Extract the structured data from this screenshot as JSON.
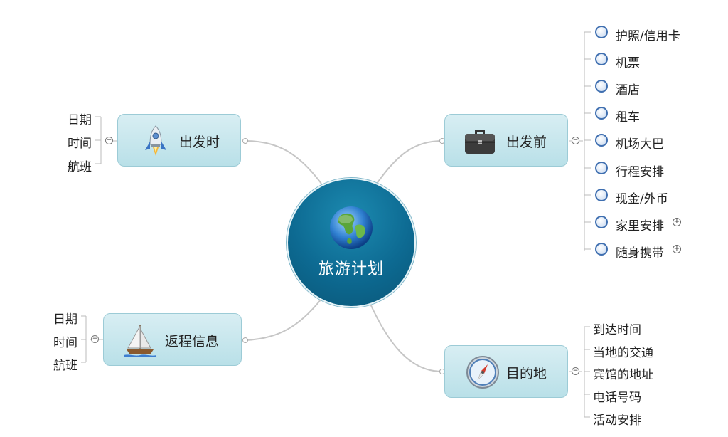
{
  "center": {
    "label": "旅游计划",
    "icon": "globe-icon"
  },
  "topics": {
    "before": {
      "label": "出发前",
      "icon": "briefcase-icon",
      "items": [
        "护照/信用卡",
        "机票",
        "酒店",
        "租车",
        "机场大巴",
        "行程安排",
        "现金/外币",
        "家里安排",
        "随身携带"
      ]
    },
    "departure": {
      "label": "出发时",
      "icon": "rocket-icon",
      "items": [
        "日期",
        "时间",
        "航班"
      ]
    },
    "return": {
      "label": "返程信息",
      "icon": "sailboat-icon",
      "items": [
        "日期",
        "时间",
        "航班"
      ]
    },
    "destination": {
      "label": "目的地",
      "icon": "compass-icon",
      "items": [
        "到达时间",
        "当地的交通",
        "宾馆的地址",
        "电话号码",
        "活动安排"
      ]
    }
  },
  "colors": {
    "center": "#0d6a92",
    "topic_fill": "#c8e7ee",
    "topic_border": "#9ccbd6",
    "line": "#c6c6c6",
    "radio": "#3f6fb0"
  }
}
